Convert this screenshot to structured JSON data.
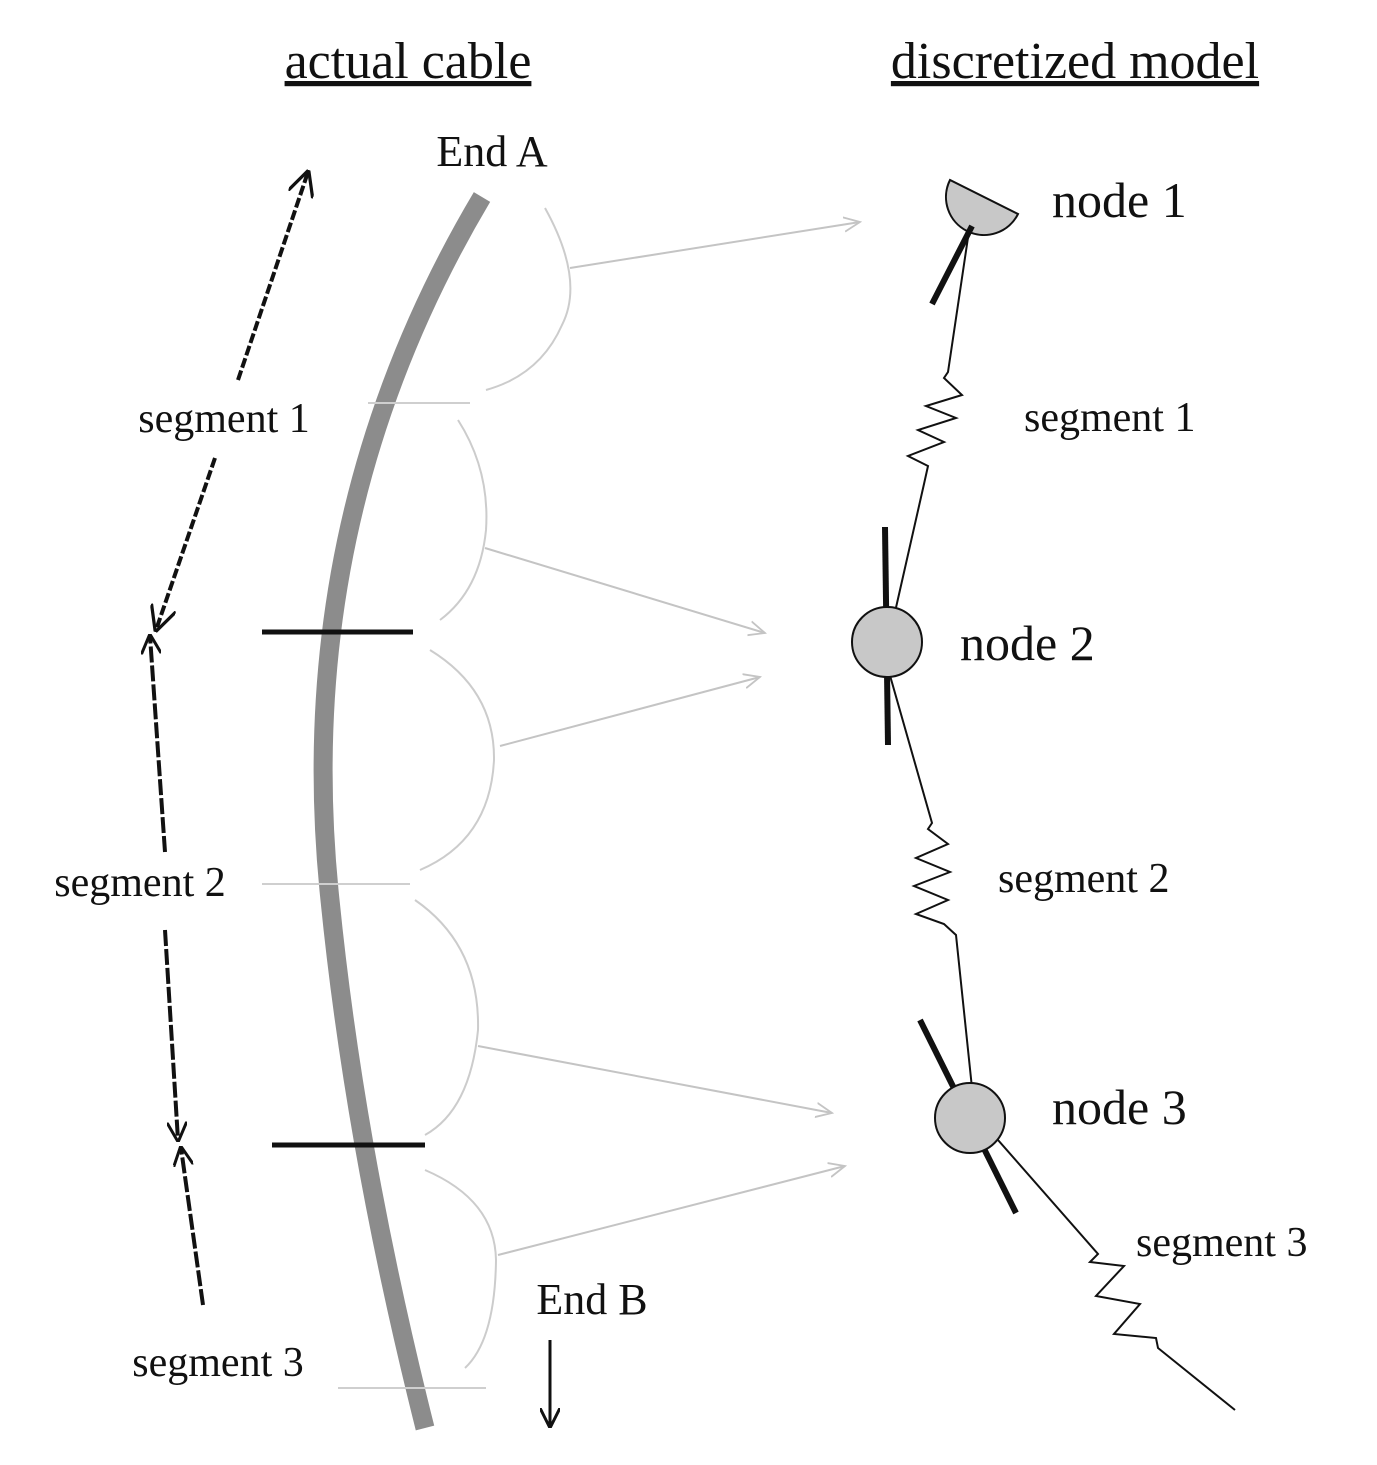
{
  "headings": {
    "left": "actual cable",
    "right": "discretized model"
  },
  "ends": {
    "a": "End A",
    "b": "End B"
  },
  "left_segments": [
    "segment 1",
    "segment 2",
    "segment 3"
  ],
  "right_segments": [
    "segment 1",
    "segment 2",
    "segment 3"
  ],
  "nodes": [
    "node 1",
    "node 2",
    "node 3"
  ],
  "colors": {
    "cable": "#8c8c8c",
    "guide": "#c4c4c4",
    "node_fill": "#c8c8c8",
    "ink": "#111111"
  }
}
